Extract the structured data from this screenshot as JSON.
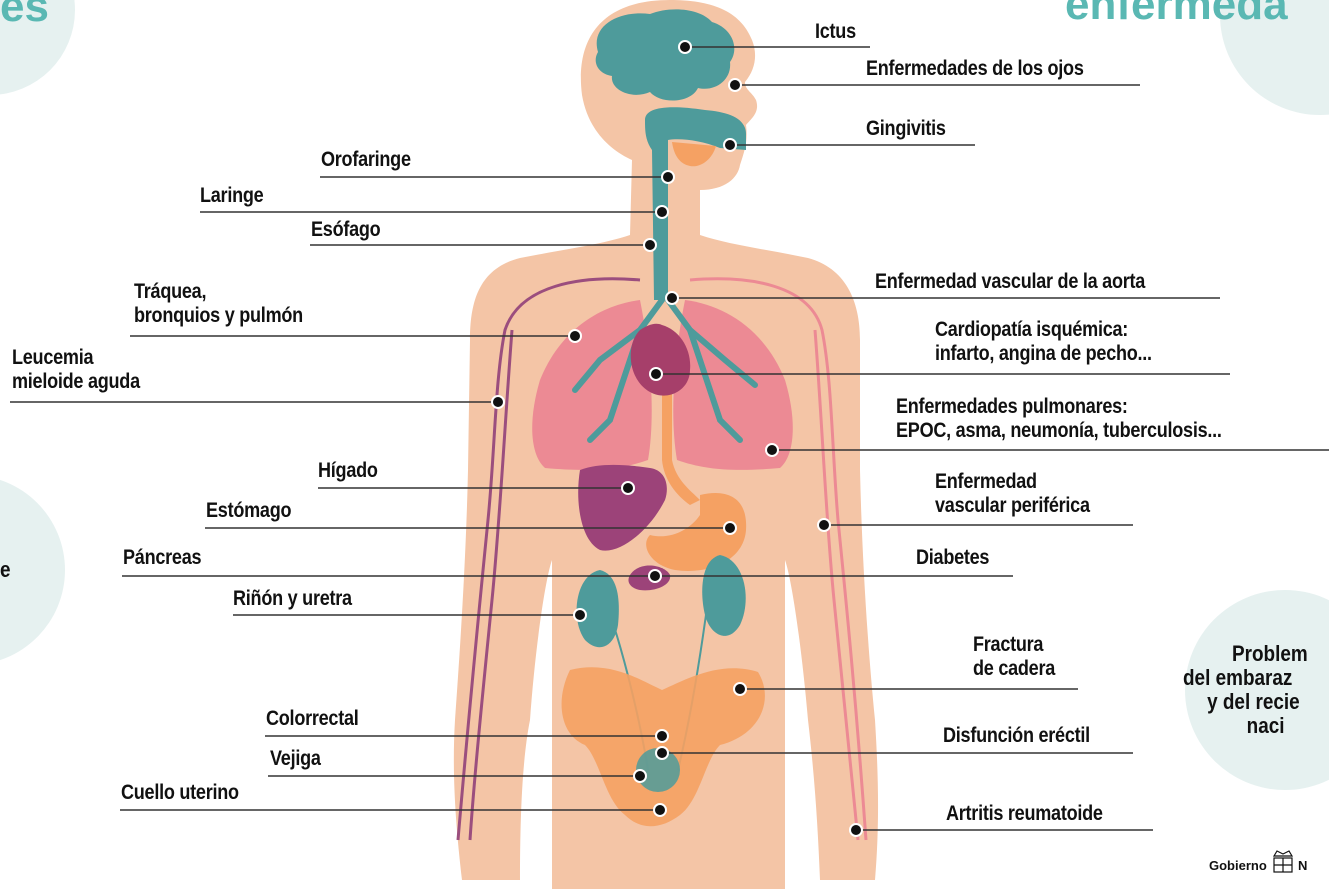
{
  "corner_texts": {
    "top_left": "es",
    "top_right": "enfermeda"
  },
  "side_left_fragment": "e",
  "side_right_lines": [
    "Problem",
    "del embaraz",
    "y del recie",
    "naci"
  ],
  "footer_logo": {
    "text": "Gobierno",
    "trailing": "N"
  },
  "labels": [
    {
      "id": "ictus",
      "lines": [
        "Ictus"
      ]
    },
    {
      "id": "ojos",
      "lines": [
        "Enfermedades de los ojos"
      ]
    },
    {
      "id": "gingivitis",
      "lines": [
        "Gingivitis"
      ]
    },
    {
      "id": "orofaringe",
      "lines": [
        "Orofaringe"
      ]
    },
    {
      "id": "laringe",
      "lines": [
        "Laringe"
      ]
    },
    {
      "id": "esofago",
      "lines": [
        "Esófago"
      ]
    },
    {
      "id": "traquea",
      "lines": [
        "Tráquea,",
        "bronquios y pulmón"
      ]
    },
    {
      "id": "leucemia",
      "lines": [
        "Leucemia",
        "mieloide aguda"
      ]
    },
    {
      "id": "higado",
      "lines": [
        "Hígado"
      ]
    },
    {
      "id": "estomago",
      "lines": [
        "Estómago"
      ]
    },
    {
      "id": "pancreas",
      "lines": [
        "Páncreas"
      ]
    },
    {
      "id": "rinon",
      "lines": [
        "Riñón y uretra"
      ]
    },
    {
      "id": "colorrectal",
      "lines": [
        "Colorrectal"
      ]
    },
    {
      "id": "vejiga",
      "lines": [
        "Vejiga"
      ]
    },
    {
      "id": "cuello",
      "lines": [
        "Cuello uterino"
      ]
    },
    {
      "id": "aorta",
      "lines": [
        "Enfermedad vascular de la aorta"
      ]
    },
    {
      "id": "cardiopatia",
      "lines": [
        "Cardiopatía isquémica:",
        "infarto, angina de pecho..."
      ]
    },
    {
      "id": "pulmonares",
      "lines": [
        "Enfermedades pulmonares:",
        "EPOC, asma, neumonía, tuberculosis..."
      ]
    },
    {
      "id": "periferica",
      "lines": [
        "Enfermedad",
        "vascular periférica"
      ]
    },
    {
      "id": "diabetes",
      "lines": [
        "Diabetes"
      ]
    },
    {
      "id": "cadera",
      "lines": [
        "Fractura",
        "de cadera"
      ]
    },
    {
      "id": "erectil",
      "lines": [
        "Disfunción eréctil"
      ]
    },
    {
      "id": "artritis",
      "lines": [
        "Artritis reumatoide"
      ]
    }
  ],
  "colors": {
    "skin": "#f4c5a6",
    "teal": "#4e9b9b",
    "lung": "#ec8a94",
    "heart": "#a63f6a",
    "liver": "#9c4379",
    "orange": "#f5a163",
    "vessel": "#9b4e7e",
    "circle_bg": "#e6f1f0",
    "title": "#5ab8b3"
  }
}
